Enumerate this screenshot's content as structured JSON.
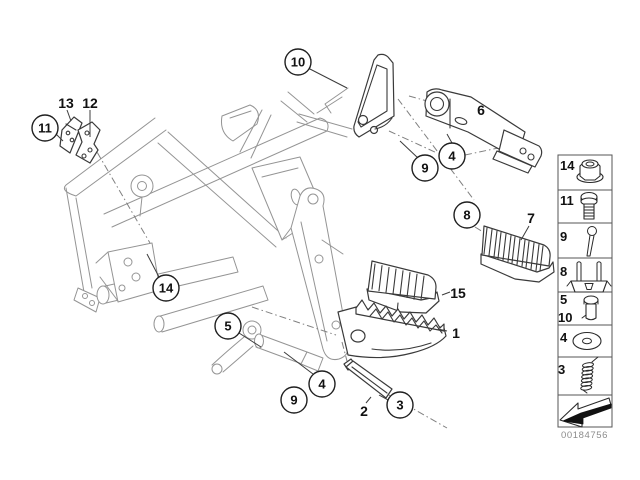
{
  "image_number": "00184756",
  "callouts": [
    {
      "label": "11"
    },
    {
      "label": "10"
    },
    {
      "label": "4"
    },
    {
      "label": "9"
    },
    {
      "label": "8"
    },
    {
      "label": "14"
    },
    {
      "label": "5"
    },
    {
      "label": "4"
    },
    {
      "label": "9"
    },
    {
      "label": "3"
    }
  ],
  "part_labels": [
    {
      "label": "13"
    },
    {
      "label": "12"
    },
    {
      "label": "6"
    },
    {
      "label": "7"
    },
    {
      "label": "15"
    },
    {
      "label": "1"
    },
    {
      "label": "2"
    }
  ],
  "legend": {
    "rows": [
      {
        "ref": "14",
        "icon": "flange-nut-icon"
      },
      {
        "ref": "11",
        "icon": "flange-bolt-icon"
      },
      {
        "ref": "9",
        "icon": "clevis-pin-icon"
      },
      {
        "ref": "8",
        "icon": "clamp-icon"
      },
      {
        "ref": "5",
        "ref2": "10",
        "icon": "collar-screw-icon"
      },
      {
        "ref": "4",
        "icon": "washer-icon"
      },
      {
        "ref": "3",
        "icon": "spring-icon"
      },
      {
        "ref": "",
        "icon": "direction-arrow-icon"
      }
    ]
  },
  "colors": {
    "background": "#ffffff",
    "frame_line": "#949494",
    "part_line": "#3a3a3a",
    "callout_line": "#1f1f1f",
    "text": "#111111",
    "footnote_text": "#8c8c8c"
  }
}
